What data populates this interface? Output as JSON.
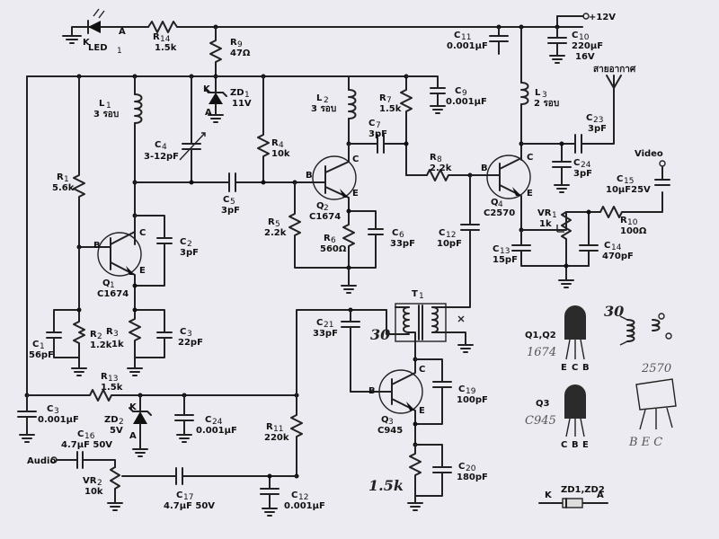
{
  "supply": {
    "label": "+12V"
  },
  "led": {
    "name": "LED",
    "sub": "1",
    "k": "K",
    "a": "A"
  },
  "r14": {
    "name": "R",
    "sub": "14",
    "value": "1.5k"
  },
  "r9": {
    "name": "R",
    "sub": "9",
    "value": "47Ω"
  },
  "zd1": {
    "name": "ZD",
    "sub": "1",
    "value": "11V",
    "k": "K",
    "a": "A"
  },
  "l1": {
    "name": "L",
    "sub": "1",
    "value": "3 รอบ"
  },
  "c4": {
    "name": "C",
    "sub": "4",
    "value": "3-12pF"
  },
  "r4": {
    "name": "R",
    "sub": "4",
    "value": "10k"
  },
  "l2": {
    "name": "L",
    "sub": "2",
    "value": "3 รอบ"
  },
  "r7": {
    "name": "R",
    "sub": "7",
    "value": "1.5k"
  },
  "c9": {
    "name": "C",
    "sub": "9",
    "value": "0.001μF"
  },
  "c11": {
    "name": "C",
    "sub": "11",
    "value": "0.001μF"
  },
  "c10": {
    "name": "C",
    "sub": "10",
    "value": "220μF",
    "value2": "16V"
  },
  "l3": {
    "name": "L",
    "sub": "3",
    "value": "2 รอบ"
  },
  "antenna": {
    "label": "สายอากาศ"
  },
  "c23": {
    "name": "C",
    "sub": "23",
    "value": "3pF"
  },
  "c24a": {
    "name": "C",
    "sub": "24",
    "value": "3pF"
  },
  "c7": {
    "name": "C",
    "sub": "7",
    "value": "3pF"
  },
  "r8": {
    "name": "R",
    "sub": "8",
    "value": "2.2k"
  },
  "r1": {
    "name": "R",
    "sub": "1",
    "value": "5.6k"
  },
  "c5": {
    "name": "C",
    "sub": "5",
    "value": "3pF"
  },
  "q2": {
    "name": "Q",
    "sub": "2",
    "type": "C1674",
    "b": "B",
    "c": "C",
    "e": "E"
  },
  "r5": {
    "name": "R",
    "sub": "5",
    "value": "2.2k"
  },
  "r6": {
    "name": "R",
    "sub": "6",
    "value": "560Ω"
  },
  "c6": {
    "name": "C",
    "sub": "6",
    "value": "33pF"
  },
  "c12a": {
    "name": "C",
    "sub": "12",
    "value": "10pF"
  },
  "q4": {
    "name": "Q",
    "sub": "4",
    "type": "C2570",
    "b": "B",
    "c": "C",
    "e": "E"
  },
  "video": {
    "label": "Video"
  },
  "c15": {
    "name": "C",
    "sub": "15",
    "value": "10μF25V"
  },
  "vr1": {
    "name": "VR",
    "sub": "1",
    "value": "1k"
  },
  "r10": {
    "name": "R",
    "sub": "10",
    "value": "100Ω"
  },
  "c13": {
    "name": "C",
    "sub": "13",
    "value": "15pF"
  },
  "c14": {
    "name": "C",
    "sub": "14",
    "value": "470pF"
  },
  "q1": {
    "name": "Q",
    "sub": "1",
    "type": "C1674",
    "b": "B",
    "c": "C",
    "e": "E"
  },
  "c2": {
    "name": "C",
    "sub": "2",
    "value": "3pF"
  },
  "r2": {
    "name": "R",
    "sub": "2",
    "value": "1.2k"
  },
  "r3": {
    "name": "R",
    "sub": "3",
    "value": "1k"
  },
  "c1": {
    "name": "C",
    "sub": "1",
    "value": "56pF"
  },
  "c3b": {
    "name": "C",
    "sub": "3",
    "value": "22pF"
  },
  "r13": {
    "name": "R",
    "sub": "13",
    "value": "1.5k"
  },
  "c3": {
    "name": "C",
    "sub": "3",
    "value": "0.001μF"
  },
  "zd2": {
    "name": "ZD",
    "sub": "2",
    "value": "5V",
    "k": "K",
    "a": "A"
  },
  "c24b": {
    "name": "C",
    "sub": "24",
    "value": "0.001μF"
  },
  "t1": {
    "name": "T",
    "sub": "1",
    "note": "30"
  },
  "c21": {
    "name": "C",
    "sub": "21",
    "value": "33pF"
  },
  "q3": {
    "name": "Q",
    "sub": "3",
    "type": "C945",
    "b": "B",
    "c": "C",
    "e": "E"
  },
  "c19": {
    "name": "C",
    "sub": "19",
    "value": "100pF"
  },
  "r11": {
    "name": "R",
    "sub": "11",
    "value": "220k"
  },
  "c16": {
    "name": "C",
    "sub": "16",
    "value": "4.7μF 50V"
  },
  "audio": {
    "label": "Audio"
  },
  "vr2": {
    "name": "VR",
    "sub": "2",
    "value": "10k"
  },
  "c17": {
    "name": "C",
    "sub": "17",
    "value": "4.7μF 50V"
  },
  "c12b": {
    "name": "C",
    "sub": "12",
    "value": "0.001μF"
  },
  "r15": {
    "value": "1.5k"
  },
  "c20": {
    "name": "C",
    "sub": "20",
    "value": "180pF"
  },
  "pinout": {
    "q1q2": "Q1,Q2",
    "q1q2_note": "1674",
    "q3": "Q3",
    "q3_note": "C945",
    "q4_note": "2570",
    "pin_e": "E",
    "pin_c": "C",
    "pin_b": "B",
    "bec": "B E C",
    "coil_note": "30",
    "zd": "ZD1,ZD2",
    "zd_k": "K",
    "zd_a": "A"
  },
  "colors": {
    "paper": "#ecebf1",
    "ink": "#222222"
  }
}
